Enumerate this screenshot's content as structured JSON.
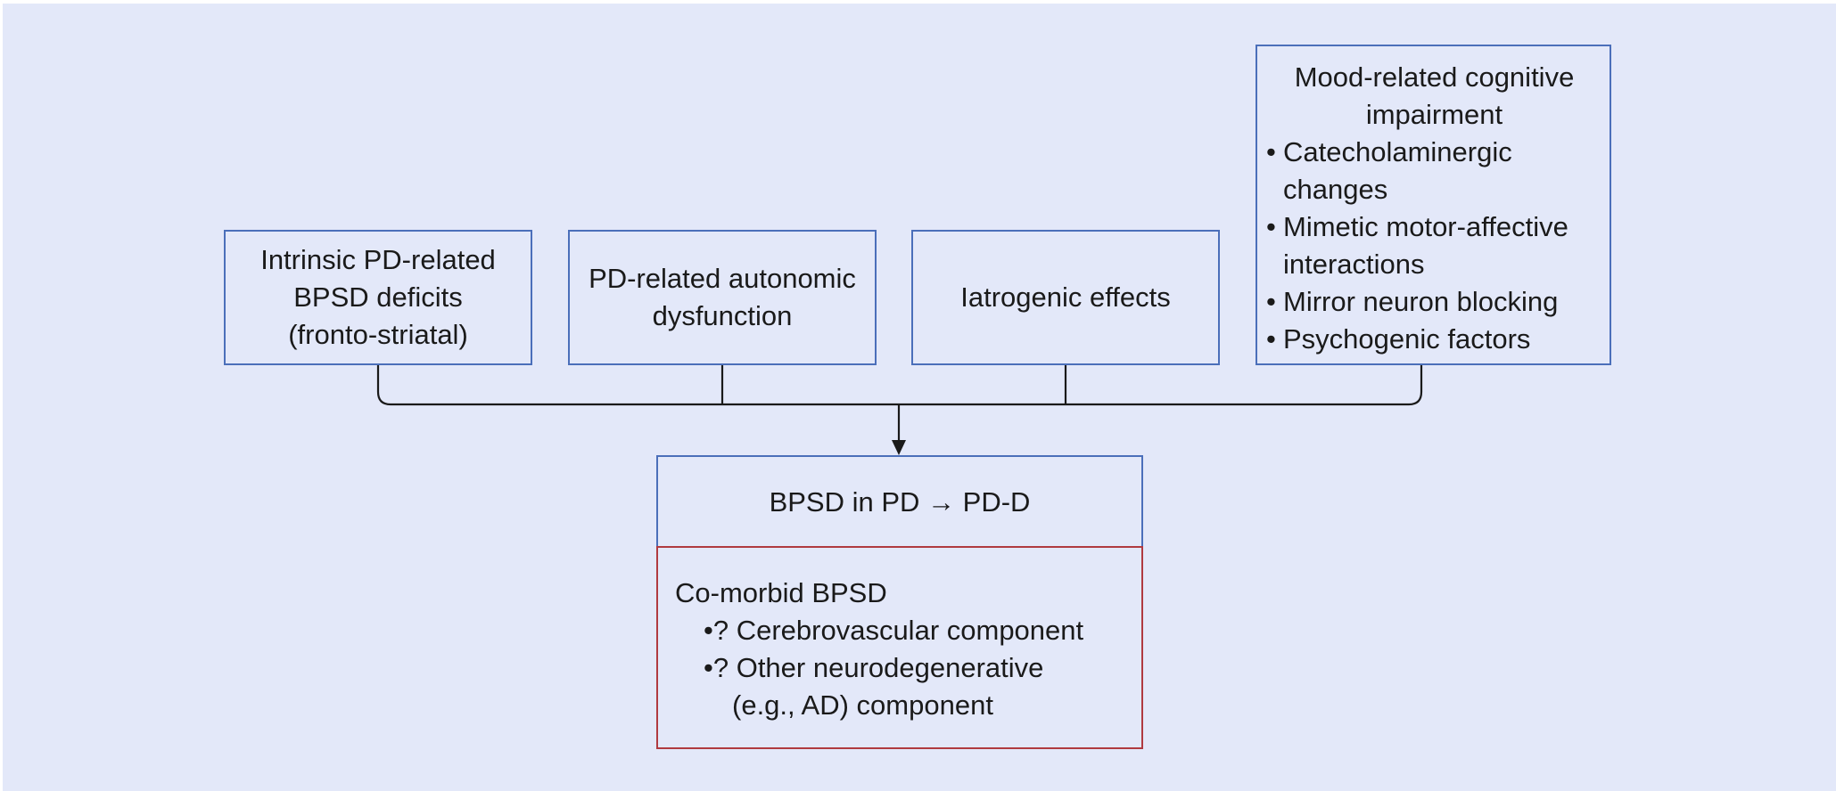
{
  "boxes": {
    "intrinsic": [
      "Intrinsic PD-related",
      "BPSD deficits",
      "(fronto-striatal)"
    ],
    "autonomic": [
      "PD-related autonomic",
      "dysfunction"
    ],
    "iatrogenic": [
      "Iatrogenic effects"
    ],
    "mood": {
      "title_lines": [
        "Mood-related cognitive",
        "impairment"
      ],
      "items": [
        [
          "Catecholaminergic",
          "changes"
        ],
        [
          "Mimetic motor-affective",
          "interactions"
        ],
        [
          "Mirror neuron blocking"
        ],
        [
          "Psychogenic factors"
        ]
      ]
    },
    "outcome": "BPSD in PD → PD-D",
    "comorbid": {
      "title": "Co-morbid BPSD",
      "item1": "•? Cerebrovascular component",
      "item2_line1": "•? Other neurodegenerative",
      "item2_line2": "(e.g., AD) component"
    }
  },
  "colors": {
    "background": "#e3e8f9",
    "box_border_blue": "#4b6fba",
    "box_border_red": "#b03a40",
    "connector": "#1a1a1a"
  }
}
